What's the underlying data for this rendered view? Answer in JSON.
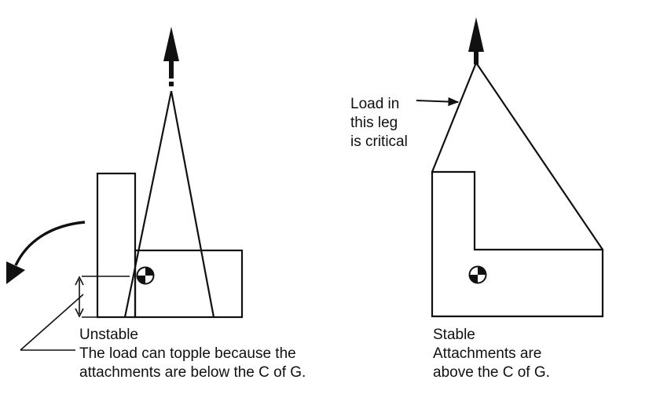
{
  "left_panel": {
    "caption_title": "Unstable",
    "caption_line1": "The load can topple because the",
    "caption_line2": "attachments are below the C of G."
  },
  "right_panel": {
    "annotation_line1": "Load in",
    "annotation_line2": "this leg",
    "annotation_line3": "is critical",
    "caption_title": "Stable",
    "caption_line1": "Attachments are",
    "caption_line2": "above the C of G."
  },
  "colors": {
    "ink": "#111111",
    "background": "#ffffff"
  },
  "icons": {
    "cog_marker": "centre-of-gravity-symbol",
    "lift_arrow": "upward-arrow",
    "topple_arrow": "curved-arrow"
  }
}
